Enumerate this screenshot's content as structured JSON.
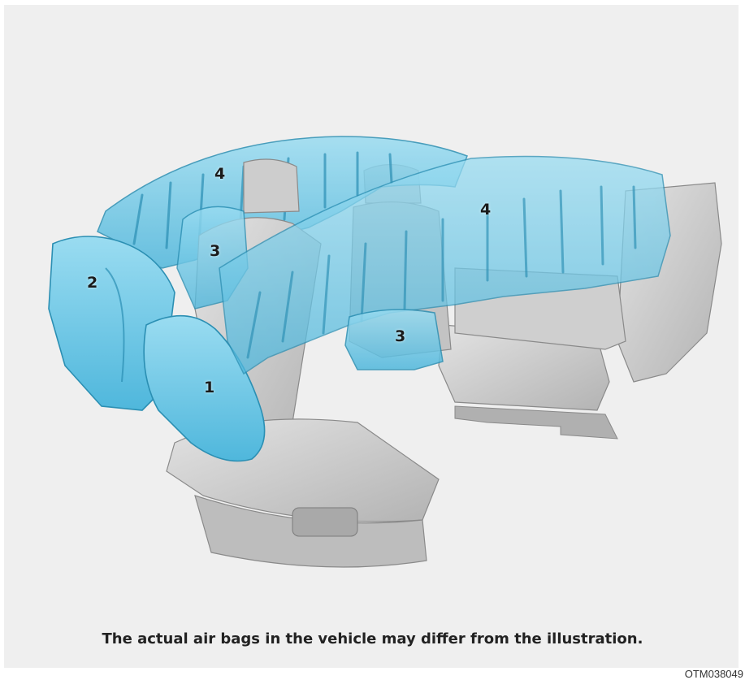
{
  "labels": {
    "front_airbag": "1",
    "knee_airbag": "2",
    "side_airbag_rear": "3",
    "side_airbag_front": "3",
    "curtain_airbag_rear": "4",
    "curtain_airbag_front": "4"
  },
  "caption": "The actual air bags in the vehicle may differ from the illustration.",
  "figure_code": "OTM038049",
  "colors": {
    "background": "#efefef",
    "airbag_fill": "#6cc8e6",
    "airbag_stroke": "#2b8fb3",
    "seat_fill": "#c9c9c9",
    "seat_stroke": "#8a8a8a"
  }
}
